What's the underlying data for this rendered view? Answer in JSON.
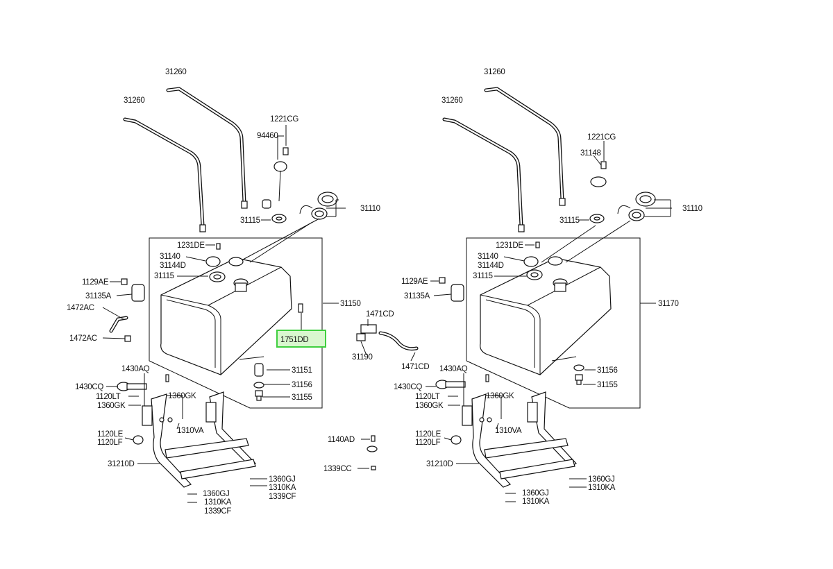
{
  "callouts": {
    "c31260_a": "31260",
    "c31260_b": "31260",
    "c1221cg": "1221CG",
    "c94460": "94460",
    "c31115_top": "31115",
    "c31110": "31110",
    "c1231de": "1231DE",
    "c31140": "31140",
    "c31144d": "31144D",
    "c31115_mid": "31115",
    "c1129ae": "1129AE",
    "c31135a": "31135A",
    "c1472ac_a": "1472AC",
    "c1472ac_b": "1472AC",
    "c31150": "31150",
    "c1751dd": "1751DD",
    "c31151": "31151",
    "c31156": "31156",
    "c31155": "31155",
    "c1430aq": "1430AQ",
    "c1430cq": "1430CQ",
    "c1120lt": "1120LT",
    "c1360gk_a": "1360GK",
    "c1360gk_b": "1360GK",
    "c1310va": "1310VA",
    "c1120le": "1120LE",
    "c1120lf": "1120LF",
    "c31210d": "31210D",
    "c1360gj_a": "1360GJ",
    "c1310ka_a": "1310KA",
    "c1339cf_a": "1339CF",
    "c1360gj_b": "1360GJ",
    "c1310ka_b": "1310KA",
    "c1339cf_b": "1339CF",
    "c1471cd_a": "1471CD",
    "c31190": "31190",
    "c1471cd_b": "1471CD",
    "c1140ad": "1140AD",
    "c1339cc": "1339CC",
    "r31260_a": "31260",
    "r31260_b": "31260",
    "r1221cg": "1221CG",
    "r31148": "31148",
    "r31115_top": "31115",
    "r31110": "31110",
    "r1231de": "1231DE",
    "r31140": "31140",
    "r31144d": "31144D",
    "r31115_mid": "31115",
    "r1129ae": "1129AE",
    "r31135a": "31135A",
    "r31170": "31170",
    "r31156": "31156",
    "r31155": "31155",
    "r1430aq": "1430AQ",
    "r1430cq": "1430CQ",
    "r1120lt": "1120LT",
    "r1360gk_a": "1360GK",
    "r1360gk_b": "1360GK",
    "r1310va": "1310VA",
    "r1120le": "1120LE",
    "r1120lf": "1120LF",
    "r31210d": "31210D",
    "r1360gj_a": "1360GJ",
    "r1310ka_a": "1310KA",
    "r1360gj_b": "1360GJ",
    "r1310ka_b": "1310KA"
  },
  "colors": {
    "highlight_fill": "#d9f7cf",
    "highlight_stroke": "#3fcf3f",
    "ink": "#111111"
  }
}
